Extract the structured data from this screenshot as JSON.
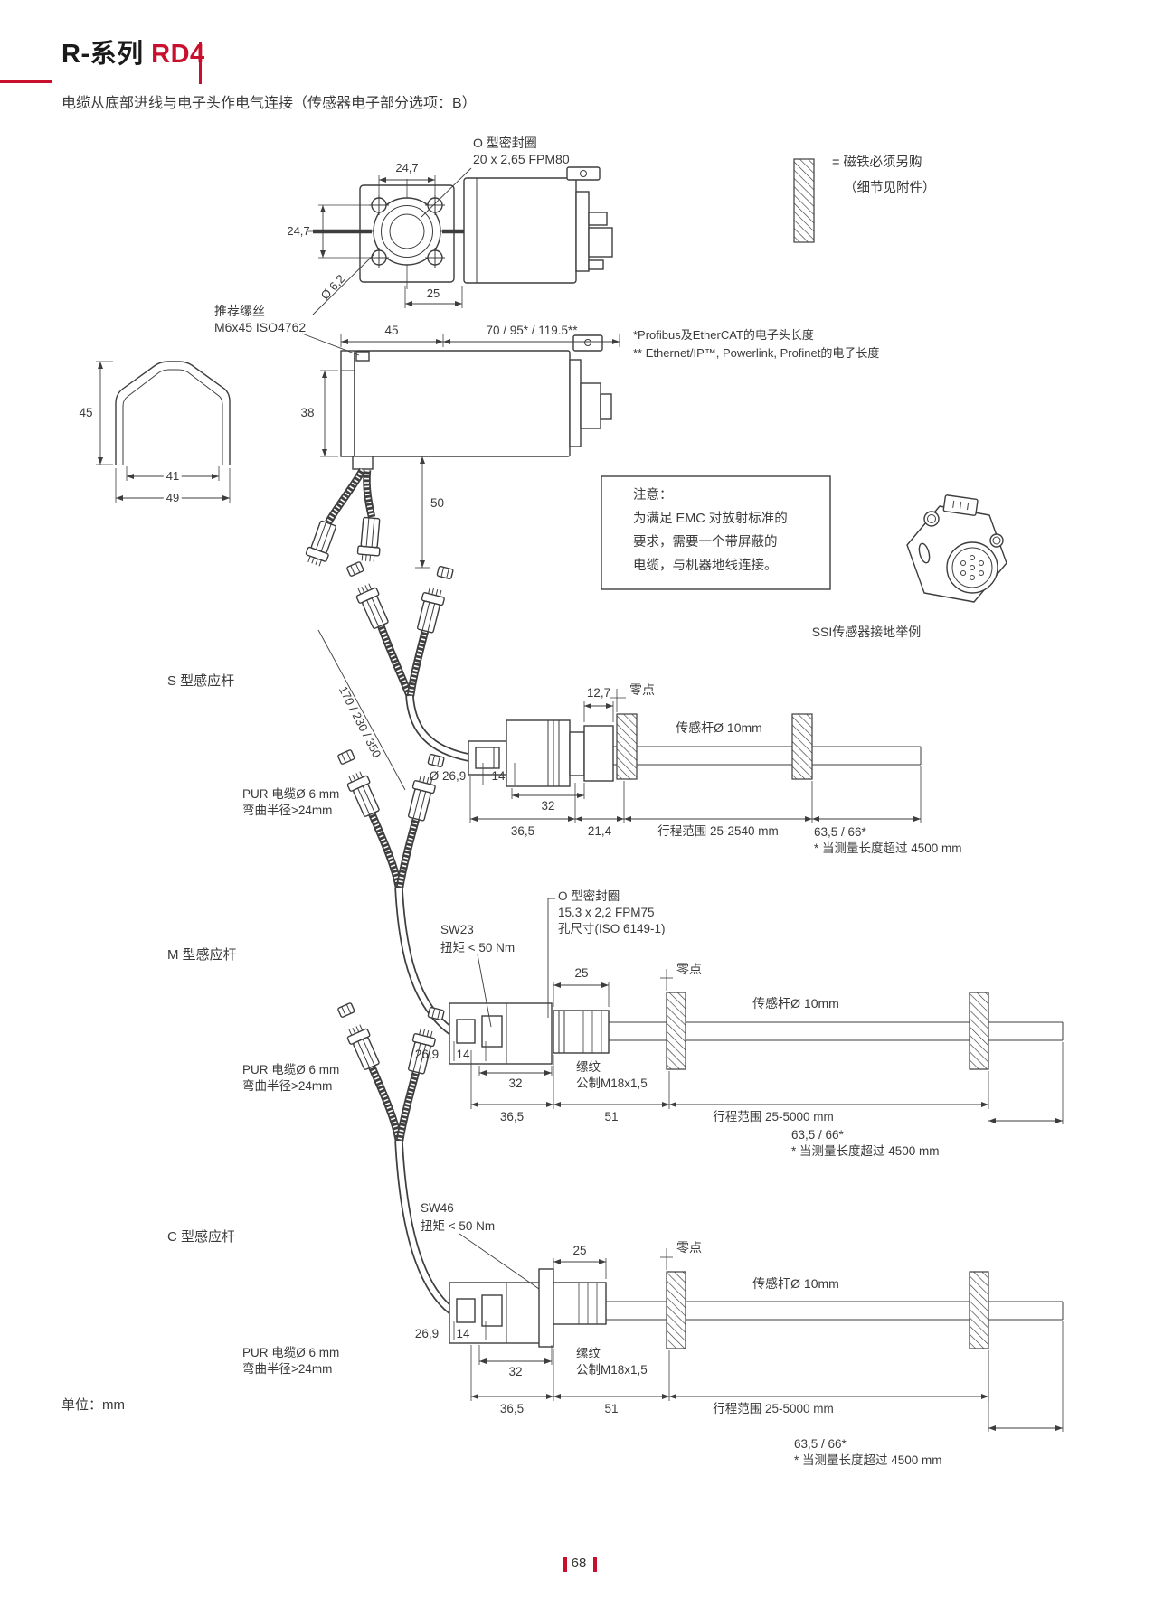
{
  "header": {
    "series": "R-系列",
    "model": "RD4"
  },
  "page_title": "电缆从底部进线与电子头作电气连接（传感器电子部分选项：B）",
  "legend": {
    "line1": "= 磁铁必须另购",
    "line2": "（细节见附件）"
  },
  "colors": {
    "accent": "#c8102e",
    "line": "#3d3d3d"
  },
  "front_view": {
    "dim_top": "24,7",
    "dim_left": "24,7",
    "oring1": "O 型密封圈",
    "oring2": "20 x 2,65 FPM80",
    "dim_hole": "Ø 6,2",
    "dim_width": "25"
  },
  "side_view": {
    "screw1": "推荐缧丝",
    "screw2": "M6x45 ISO4762",
    "dim_flange": "45",
    "dim_head": "70 / 95* / 119.5**",
    "note1": "*Profibus及EtherCAT的电子头长度",
    "note2": "** Ethernet/IP™, Powerlink, Profinet的电子长度",
    "dim_height": "38",
    "dim_cable": "50",
    "profile": {
      "dim_height": "45",
      "dim_inner": "41",
      "dim_outer": "49"
    }
  },
  "notice": {
    "line1": "注意：",
    "line2": "为满足 EMC 对放射标准的",
    "line3": "要求，需要一个带屏蔽的",
    "line4": "电缆，与机器地线连接。"
  },
  "ssi_caption": "SSI传感器接地举例",
  "sections": {
    "s": {
      "label": "S 型感应杆",
      "cable_lengths": "170 / 230 / 350",
      "pur1": "PUR 电缆Ø 6 mm",
      "pur2": "弯曲半径>24mm",
      "dim_collar": "12,7",
      "zero": "零点",
      "rod": "传感杆Ø 10mm",
      "dim_body_dia": "Ø 26,9",
      "dim_14": "14",
      "dim_32": "32",
      "dim_36_5": "36,5",
      "dim_21_4": "21,4",
      "stroke": "行程范围 25-2540 mm",
      "dead_zone": "63,5 / 66*",
      "note": "* 当测量长度超过 4500 mm"
    },
    "m": {
      "label": "M 型感应杆",
      "oring1": "O 型密封圈",
      "oring2": "15.3 x 2,2 FPM75",
      "oring3": "孔尺寸(ISO 6149-1)",
      "wrench": "SW23",
      "torque": "扭矩 < 50 Nm",
      "dim_plug": "25",
      "zero": "零点",
      "rod": "传感杆Ø 10mm",
      "pur1": "PUR 电缆Ø 6 mm",
      "pur2": "弯曲半径>24mm",
      "dim_body_dia": "26,9",
      "dim_14": "14",
      "dim_32": "32",
      "thread1": "缧纹",
      "thread2": "公制M18x1,5",
      "dim_36_5": "36,5",
      "dim_51": "51",
      "stroke": "行程范围 25-5000 mm",
      "dead_zone": "63,5 / 66*",
      "note": "* 当测量长度超过 4500 mm"
    },
    "c": {
      "label": "C 型感应杆",
      "wrench": "SW46",
      "torque": "扭矩 < 50 Nm",
      "dim_plug": "25",
      "zero": "零点",
      "rod": "传感杆Ø 10mm",
      "pur1": "PUR 电缆Ø 6 mm",
      "pur2": "弯曲半径>24mm",
      "dim_body_dia": "26,9",
      "dim_14": "14",
      "dim_32": "32",
      "thread1": "缧纹",
      "thread2": "公制M18x1,5",
      "dim_36_5": "36,5",
      "dim_51": "51",
      "stroke": "行程范围 25-5000 mm",
      "dead_zone": "63,5 / 66*",
      "note": "* 当测量长度超过 4500 mm"
    }
  },
  "footer": {
    "units": "单位：mm",
    "page": "68"
  }
}
